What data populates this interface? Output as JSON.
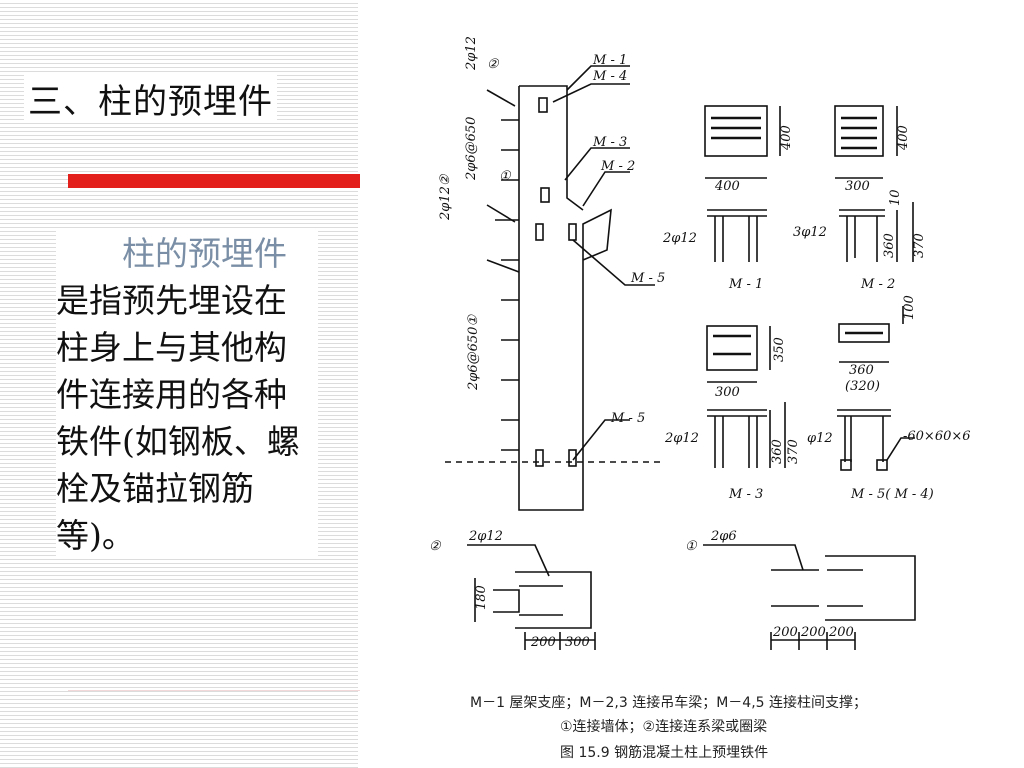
{
  "slide": {
    "title": "三、柱的预埋件",
    "body_highlight": "柱的预埋件",
    "body_rest": "是指预先埋设在柱身上与其他构件连接用的各种铁件(如钢板、螺栓及锚拉钢筋等)。"
  },
  "figure": {
    "labels": {
      "m1": "M - 1",
      "m4": "M - 4",
      "m3": "M - 3",
      "m2": "M - 2",
      "m5": "M - 5",
      "phi12_2": "2φ12",
      "circ2": "②",
      "circ1": "①",
      "rebar1": "2φ6@650",
      "rebar2": "2φ12②",
      "rebar3": "2φ6@650①",
      "d400": "400",
      "d300": "300",
      "d360": "360",
      "d370": "370",
      "d10": "10",
      "d350": "350",
      "d100": "100",
      "d320": "(320)",
      "phi12_left": "2φ12",
      "phi12_3": "3φ12",
      "phi12_r": "φ12",
      "angle": "-60×60×6",
      "cap_m1": "M - 1",
      "cap_m2": "M - 2",
      "cap_m3": "M - 3",
      "cap_m5": "M - 5( M - 4)",
      "b2_label": "②",
      "b2_phi": "2φ12",
      "b1_label": "①",
      "b1_phi": "2φ6",
      "d180": "180",
      "d200": "200"
    },
    "caption": {
      "line1": "M－1 屋架支座；M－2,3 连接吊车梁；M－4,5 连接柱间支撑；",
      "line2": "①连接墙体；②连接连系梁或圈梁",
      "line3": "图 15.9  钢筋混凝土柱上预埋铁件"
    }
  }
}
